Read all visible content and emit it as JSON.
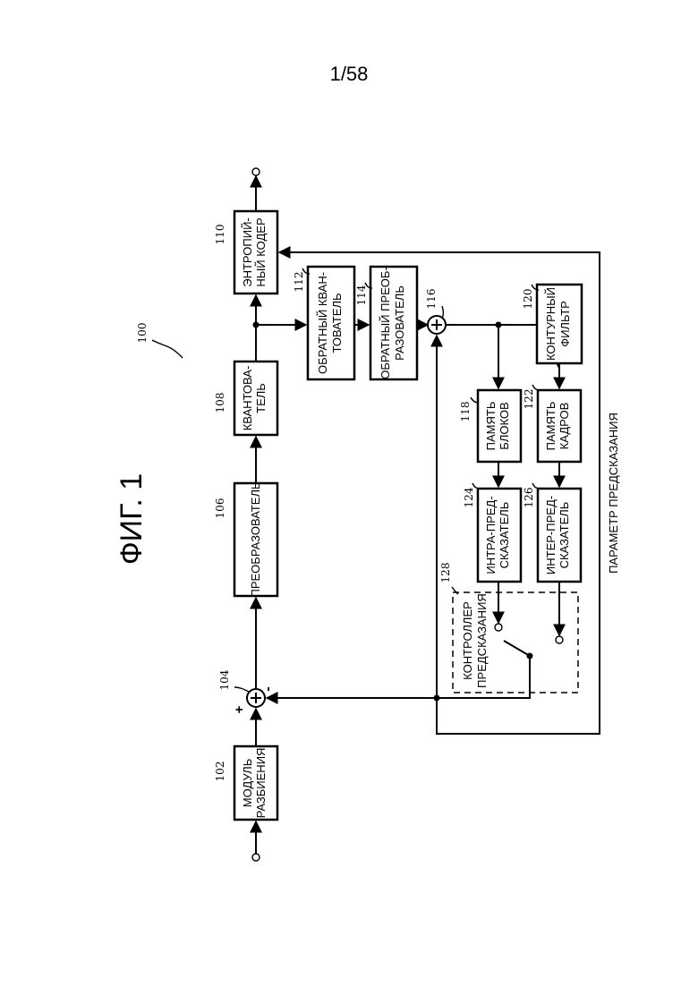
{
  "page_number": "1/58",
  "figure_title": "ФИГ. 1",
  "figure_ref": "100",
  "blocks": {
    "splitter": {
      "ref": "102",
      "line1": "МОДУЛЬ",
      "line2": "РАЗБИЕНИЯ"
    },
    "transformer": {
      "ref": "106",
      "line1": "ПРЕОБРАЗОВАТЕЛЬ"
    },
    "quantizer": {
      "ref": "108",
      "line1": "КВАНТОВА-",
      "line2": "ТЕЛЬ"
    },
    "entropy": {
      "ref": "110",
      "line1": "ЭНТРОПИЙ-",
      "line2": "НЫЙ КОДЕР"
    },
    "inv_quant": {
      "ref": "112",
      "line1": "ОБРАТНЫЙ КВАН-",
      "line2": "ТОВАТЕЛЬ"
    },
    "inv_trans": {
      "ref": "114",
      "line1": "ОБРАТНЫЙ ПРЕОБ-",
      "line2": "РАЗОВАТЕЛЬ"
    },
    "block_mem": {
      "ref": "118",
      "line1": "ПАМЯТЬ",
      "line2": "БЛОКОВ"
    },
    "loop_filter": {
      "ref": "120",
      "line1": "КОНТУРНЫЙ",
      "line2": "ФИЛЬТР"
    },
    "frame_mem": {
      "ref": "122",
      "line1": "ПАМЯТЬ",
      "line2": "КАДРОВ"
    },
    "intra": {
      "ref": "124",
      "line1": "ИНТРА-ПРЕД-",
      "line2": "СКАЗАТЕЛЬ"
    },
    "inter": {
      "ref": "126",
      "line1": "ИНТЕР-ПРЕД-",
      "line2": "СКАЗАТЕЛЬ"
    },
    "controller": {
      "ref": "128",
      "line1": "КОНТРОЛЛЕР",
      "line2": "ПРЕДСКАЗАНИЯ"
    }
  },
  "subtractor": {
    "ref": "104",
    "plus": "+",
    "minus": "-"
  },
  "adder": {
    "ref": "116"
  },
  "prediction_param_label": "ПАРАМЕТР ПРЕДСКАЗАНИЯ"
}
